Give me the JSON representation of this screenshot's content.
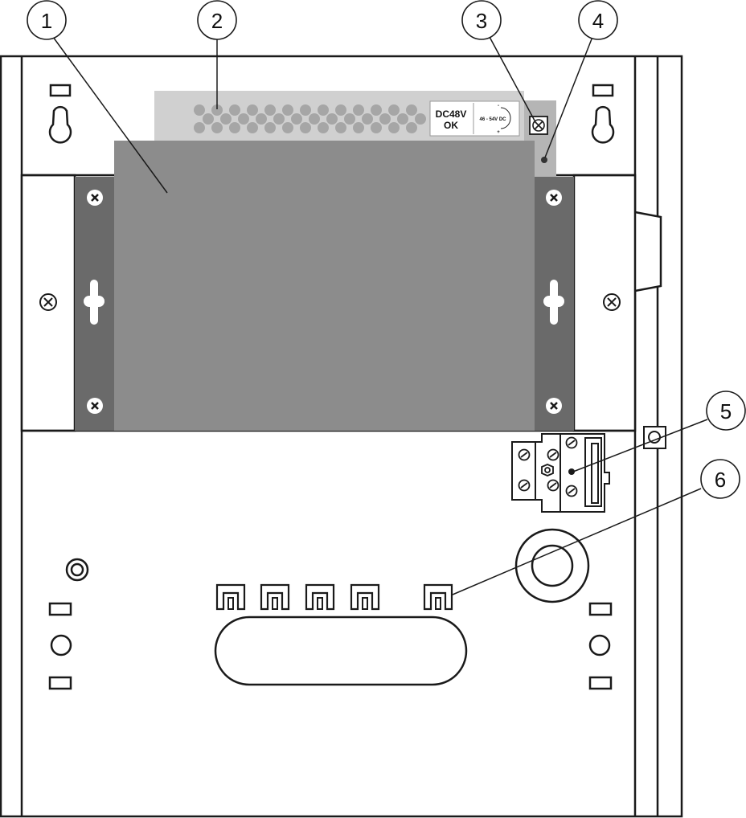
{
  "callouts": [
    {
      "label": "1"
    },
    {
      "label": "2"
    },
    {
      "label": "3"
    },
    {
      "label": "4"
    },
    {
      "label": "5"
    },
    {
      "label": "6"
    }
  ],
  "psu_label": {
    "line1": "DC48V",
    "line2": "OK",
    "range": "46 - 54V DC",
    "minus": "-",
    "plus": "+"
  },
  "colors": {
    "outline": "#1a1a1a",
    "psu_body": "#8c8c8c",
    "psu_top": "#d0d0d0",
    "rails": "#6a6a6a",
    "vent_holes": "#a6a6a6"
  }
}
